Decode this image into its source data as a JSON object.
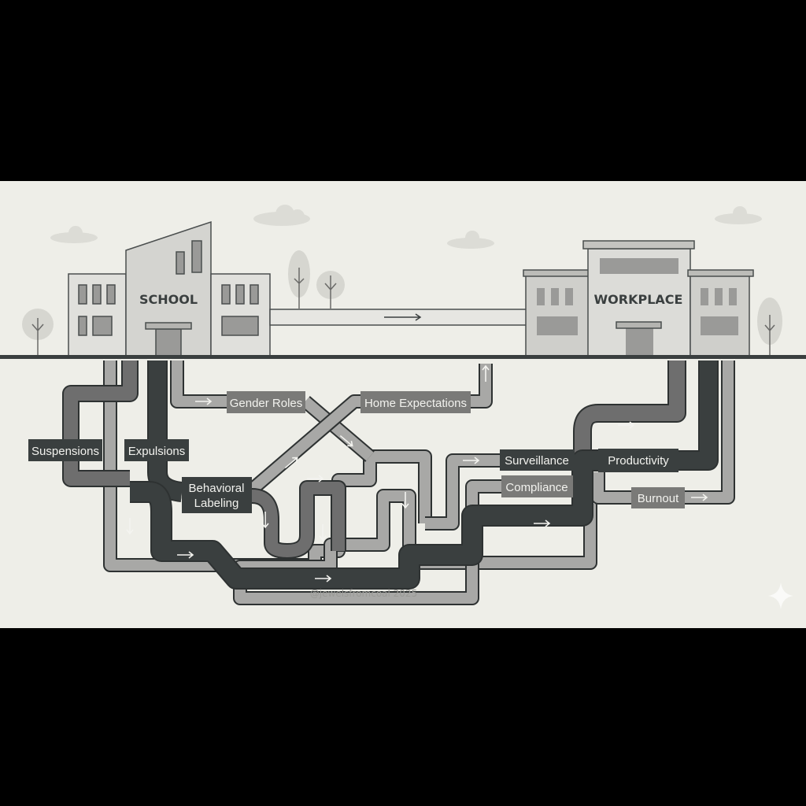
{
  "buildings": {
    "school": "SCHOOL",
    "workplace": "WORKPLACE"
  },
  "labels": {
    "suspensions": "Suspensions",
    "expulsions": "Expulsions",
    "behavioral_line1": "Behavioral",
    "behavioral_line2": "Labeling",
    "gender_roles": "Gender Roles",
    "home_expectations": "Home Expectations",
    "surveillance": "Surveillance",
    "compliance": "Compliance",
    "productivity": "Productivity",
    "burnout": "Burnout"
  },
  "watermark": "@jewelsfromcoal 2025",
  "colors": {
    "background": "#eeeee8",
    "dark_pipe": "#3a3f3f",
    "mid_pipe": "#6e6e6e",
    "light_pipe": "#a8a8a6",
    "label_dark": "#3a3f3f",
    "label_gray": "#7a7a78"
  }
}
